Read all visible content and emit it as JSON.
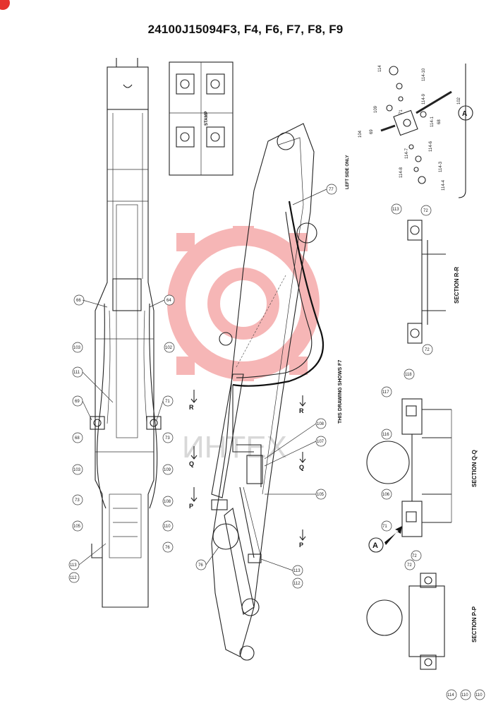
{
  "title": "24100J15094F3, F4, F6, F7, F8, F9",
  "notes": {
    "drawing_shows": "THIS DRAWING SHOWS F7",
    "left_side_only": "LEFT SIDE ONLY",
    "stamp": "STAMP"
  },
  "sections": {
    "rr": "SECTION R-R",
    "qq": "SECTION Q-Q",
    "pp": "SECTION P-P"
  },
  "section_markers": {
    "r": "R",
    "q": "Q",
    "p": "P"
  },
  "detail_marker": "A",
  "watermark": "ИНТЕХ",
  "balloons_left": [
    "66",
    "64",
    "103",
    "102",
    "111",
    "69",
    "71",
    "68",
    "73",
    "103",
    "109",
    "73",
    "105",
    "108",
    "110",
    "113",
    "112",
    "76"
  ],
  "balloons_side": [
    "77",
    "108",
    "107",
    "105",
    "113",
    "112",
    "76"
  ],
  "balloons_right": [
    "113",
    "72",
    "117",
    "118",
    "116",
    "106",
    "71",
    "72",
    "114",
    "110",
    "110"
  ],
  "detail_parts": [
    "114",
    "114-10",
    "114-9",
    "102",
    "109",
    "71",
    "69",
    "114-1",
    "104",
    "114-7",
    "114-6",
    "114-3",
    "114-8",
    "114-4",
    "68"
  ],
  "colors": {
    "watermark": "#f07c7c",
    "accent": "#e5322d"
  }
}
